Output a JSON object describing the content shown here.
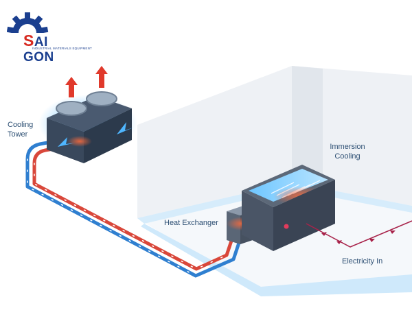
{
  "logo": {
    "brand_s": "S",
    "brand_rest": "AI GON",
    "tagline": "INDUSTRIAL MATERIALS EQUIPMENT"
  },
  "labels": {
    "cooling_tower_line1": "Cooling",
    "cooling_tower_line2": "Tower",
    "immersion_line1": "Immersion",
    "immersion_line2": "Cooling",
    "heat_exchanger": "Heat Exchanger",
    "electricity_in": "Electricity In"
  },
  "colors": {
    "brand_blue": "#1b3f8f",
    "brand_red": "#d7281f",
    "hot_pipe": "#d9473a",
    "cold_pipe": "#2f7fd0",
    "electric_line": "#a8234a",
    "label_text": "#2d4f73"
  },
  "icons": [
    "gear-icon",
    "up-arrow-icon",
    "power-indicator-icon"
  ]
}
